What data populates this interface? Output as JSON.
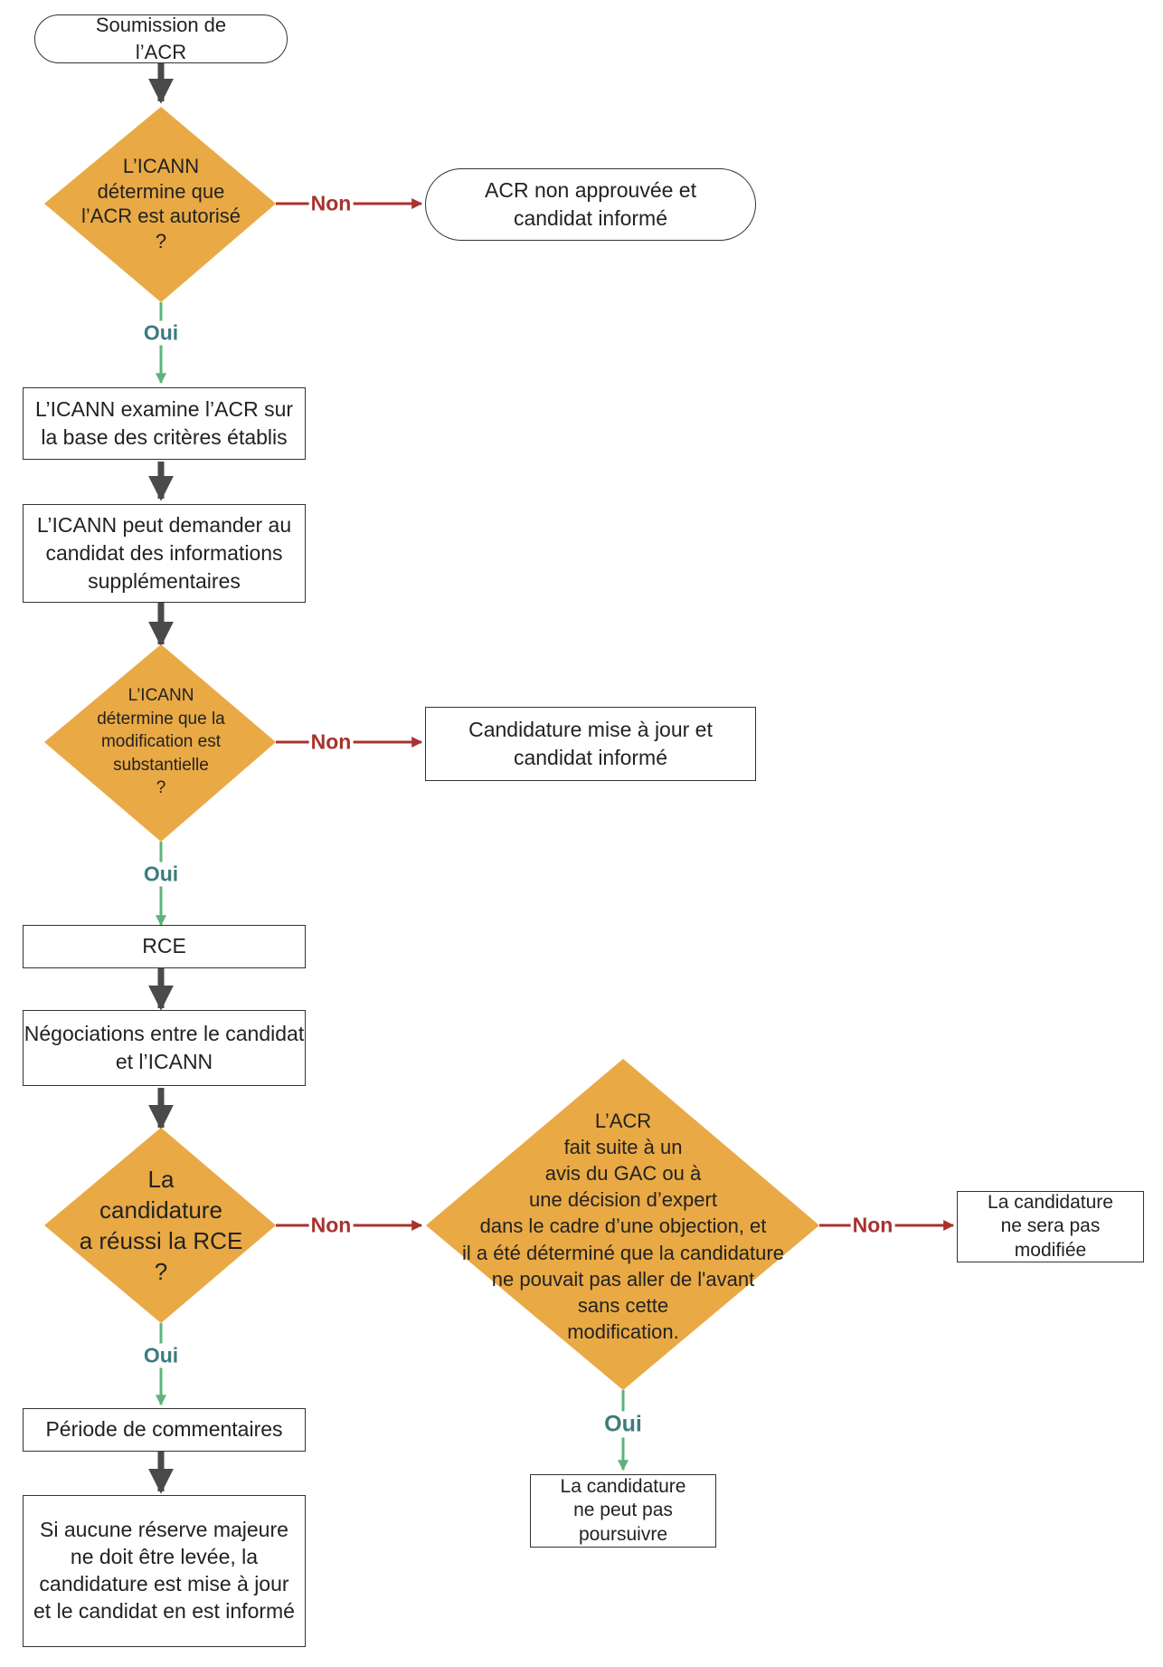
{
  "colors": {
    "decision_fill": "#e9a944",
    "arrow_main": "#4a4a4a",
    "arrow_yes": "#5db37a",
    "arrow_no": "#a8322d",
    "label_yes": "#3c7b7f",
    "label_no": "#a8322d"
  },
  "nodes": {
    "start": "Soumission de\nl’ACR",
    "d1": "L’ICANN\ndétermine que\nl’ACR est autorisé\n?",
    "r1": "ACR non approuvée et\ncandidat informé",
    "b1": "L’ICANN examine l’ACR sur\nla base des critères établis",
    "b2": "L’ICANN peut demander au\ncandidat des informations\nsupplémentaires",
    "d2": "L’ICANN\ndétermine que la\nmodification est\nsubstantielle\n?",
    "r2": "Candidature mise à jour et\ncandidat informé",
    "b3": "RCE",
    "b4": "Négociations entre le candidat\net l’ICANN",
    "d3": "La\ncandidature\na réussi la RCE\n?",
    "d4": "L’ACR\nfait suite à un\navis du GAC ou à\nune décision d’expert\ndans le cadre d’une objection, et\nil a été déterminé que la candidature\nne pouvait pas aller de l'avant\nsans cette\nmodification.",
    "r3": "La candidature\nne sera pas\nmodifiée",
    "r4": "La candidature\nne peut pas\npoursuivre",
    "b5": "Période de commentaires",
    "b6": "Si aucune réserve majeure\nne doit être levée, la\ncandidature est mise à jour\net le candidat en est informé"
  },
  "labels": {
    "non": "Non",
    "oui": "Oui"
  }
}
